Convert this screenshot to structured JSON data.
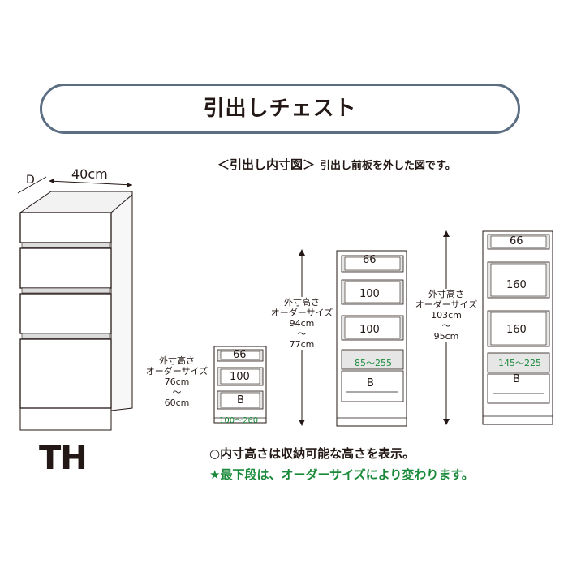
{
  "title": "引出しチェスト",
  "caption": {
    "main": "＜引出し内寸図＞",
    "sub": "引出し前板を外した図です。"
  },
  "chest": {
    "depth_label": "D",
    "width_label": "40cm",
    "model": "TH"
  },
  "small": {
    "height_label": [
      "外寸高さ",
      "オーダーサイズ",
      "76cm",
      "〜",
      "60cm"
    ],
    "drawers": [
      "66",
      "100",
      "B"
    ],
    "bottom_range": "100〜260"
  },
  "medium": {
    "height_label": [
      "外寸高さ",
      "オーダーサイズ",
      "94cm",
      "〜",
      "77cm"
    ],
    "drawers": [
      "66",
      "100",
      "100"
    ],
    "range": "85〜255",
    "bottom": "B"
  },
  "large": {
    "height_label": [
      "外寸高さ",
      "オーダーサイズ",
      "103cm",
      "〜",
      "95cm"
    ],
    "drawers": [
      "66",
      "160",
      "160"
    ],
    "range": "145〜225",
    "bottom": "B"
  },
  "notes": {
    "line1": "○内寸高さは収納可能な高さを表示。",
    "line2": "★最下段は、オーダーサイズにより変わります。"
  },
  "colors": {
    "title_border": "#5c6f82",
    "green": "#1a8a3a",
    "drawer_fill": "#e6e6e6",
    "line": "#231815"
  }
}
